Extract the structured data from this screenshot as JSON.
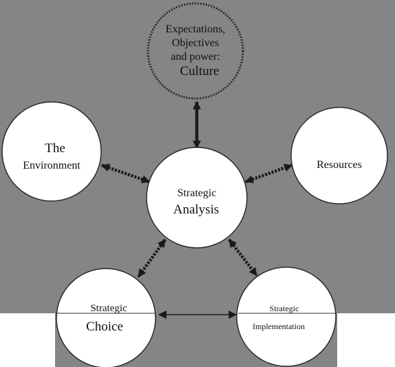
{
  "colors": {
    "background": "#858585",
    "circle_fill": "#ffffff",
    "circle_stroke": "#2a2a2a",
    "arrow": "#1a1a1a",
    "text": "#111111"
  },
  "nodes": {
    "culture": {
      "line1": "Expectations,",
      "line2": "Objectives",
      "line3": "and power:",
      "line4": "Culture"
    },
    "environment": {
      "line1": "The",
      "line2": "Environment"
    },
    "analysis": {
      "line1": "Strategic",
      "line2": "Analysis"
    },
    "resources": {
      "line1": "Resources"
    },
    "choice": {
      "line1": "Strategic",
      "line2": "Choice"
    },
    "implementation": {
      "line1": "Strategic",
      "line2": "Implementation"
    }
  },
  "connections": [
    {
      "from": "analysis",
      "to": "culture",
      "bidirectional": true
    },
    {
      "from": "analysis",
      "to": "environment",
      "bidirectional": true
    },
    {
      "from": "analysis",
      "to": "resources",
      "bidirectional": true
    },
    {
      "from": "analysis",
      "to": "choice",
      "bidirectional": true
    },
    {
      "from": "analysis",
      "to": "implementation",
      "bidirectional": true
    },
    {
      "from": "choice",
      "to": "implementation",
      "bidirectional": true
    }
  ]
}
